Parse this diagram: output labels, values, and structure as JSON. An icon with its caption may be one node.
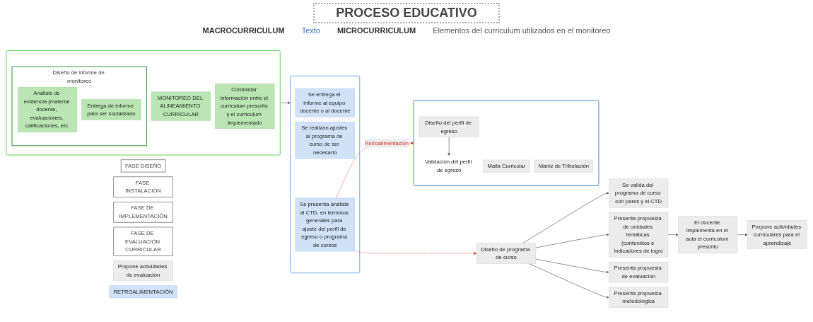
{
  "diagram": {
    "title": "PROCESO EDUCATIVO",
    "nodes": [
      {
        "text": [
          "FASE DISEÑO"
        ]
      },
      {
        "text": [
          "FASE INSTALACIÓN"
        ]
      },
      {
        "text": [
          "FASE DE IMPLEMENTACIÓN"
        ]
      },
      {
        "text": [
          "FASE DE EVALUACIÓN CURRICULAR"
        ]
      },
      {
        "text": [],
        "shape": "box"
      },
      {
        "text": [
          "Diseño del perfil de egreso"
        ],
        "in": 4
      },
      {
        "text": [
          "Validación del perfil de egreso"
        ],
        "in": 4
      },
      {
        "text": [
          "Malla Curricular"
        ],
        "in": 4
      },
      {
        "text": [
          "Matriz de Tributación"
        ],
        "in": 4
      },
      {
        "text": [
          "Diseño de programa de curso"
        ]
      },
      {
        "text": [
          "Se valida del programa de curso con pares y el CTD"
        ]
      },
      {
        "text": [
          "Presenta propuesta de unidades temáticas (contenidos e indicadores de logro"
        ]
      },
      {
        "text": [
          "Presenta propuesta de evaluación"
        ]
      },
      {
        "text": [
          "Presenta propuesta metodológica"
        ]
      },
      {
        "text": [
          "El docente Implementa en el aula el curriculum prescrito"
        ]
      },
      {
        "text": [
          "Propone actividades curriculares para el aprendizaje"
        ]
      },
      {
        "text": [
          "Propone actividades de evaluación"
        ]
      },
      {
        "text": [],
        "shape": "box"
      },
      {
        "text": [
          "MONITOREO DEL ALINEAMIENTO CURRICULAR"
        ],
        "in": 17
      },
      {
        "text": [
          "Contrastar información entre el curriculum prescrito y el curriculum implementado"
        ],
        "in": 17
      },
      {
        "text": [
          "Diseño de informe de monitoreo"
        ],
        "in": 17
      },
      {
        "text": [
          "Análisis de evidencia (material docente, evaluaciones, calificaciones, etc."
        ],
        "in": 20
      },
      {
        "text": [
          "Entrega de informe para ser socializado"
        ],
        "in": 20
      },
      {
        "text": [
          "RETROALIMENTACIÓN"
        ]
      },
      {
        "text": [],
        "shape": "box"
      },
      {
        "text": [
          "Se entrega el informe al equipo docente o al docente"
        ],
        "in": 24
      },
      {
        "text": [
          "Se realizan ajustes al programa de curso de ser necesario"
        ],
        "in": 24
      },
      {
        "text": [
          "Se presenta análisis al CTD, en terminos generales para ajuste del perfil de egreso o programa de cursos"
        ],
        "in": 24
      }
    ],
    "edges": [
      {
        "from": 5,
        "to": 6,
        "arrow": "to"
      },
      {
        "from": 9,
        "to": 10,
        "arrow": "to"
      },
      {
        "from": 9,
        "to": 11,
        "arrow": "to"
      },
      {
        "from": 9,
        "to": 12,
        "arrow": "to"
      },
      {
        "from": 9,
        "to": 13,
        "arrow": "to"
      },
      {
        "from": 11,
        "to": 14,
        "arrow": "to"
      },
      {
        "from": 14,
        "to": 15,
        "arrow": "to"
      },
      {
        "from": 17,
        "to": 24,
        "arrow": "to"
      },
      {
        "from": 27,
        "to": 4,
        "arrow": "to",
        "style": "dashed",
        "color": "#d9312b",
        "label": "Retroalimentación"
      },
      {
        "from": 27,
        "to": 9,
        "arrow": "to",
        "style": "dashed",
        "color": "#d9312b"
      }
    ],
    "labels": [
      "MACROCURRICULUM",
      "Texto",
      "MICROCURRICULUM",
      "Elementos del curriculum utilizados en el monitoreo"
    ]
  }
}
